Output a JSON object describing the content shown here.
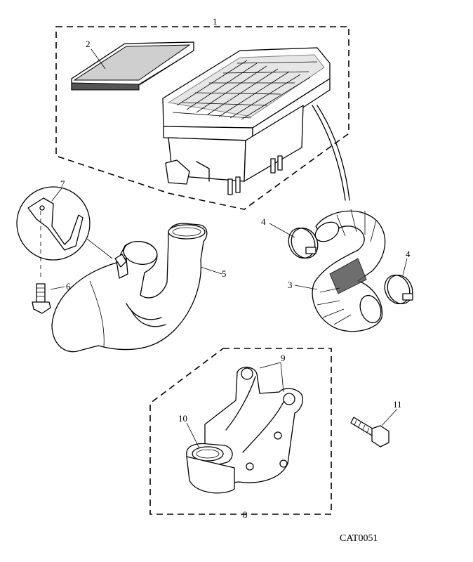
{
  "diagram": {
    "catalog_code": "CAT0051",
    "callouts": {
      "c1": "1",
      "c2": "2",
      "c3": "3",
      "c4a": "4",
      "c4b": "4",
      "c5": "5",
      "c6": "6",
      "c7": "7",
      "c8": "8",
      "c9": "9",
      "c10": "10",
      "c11": "11"
    }
  }
}
